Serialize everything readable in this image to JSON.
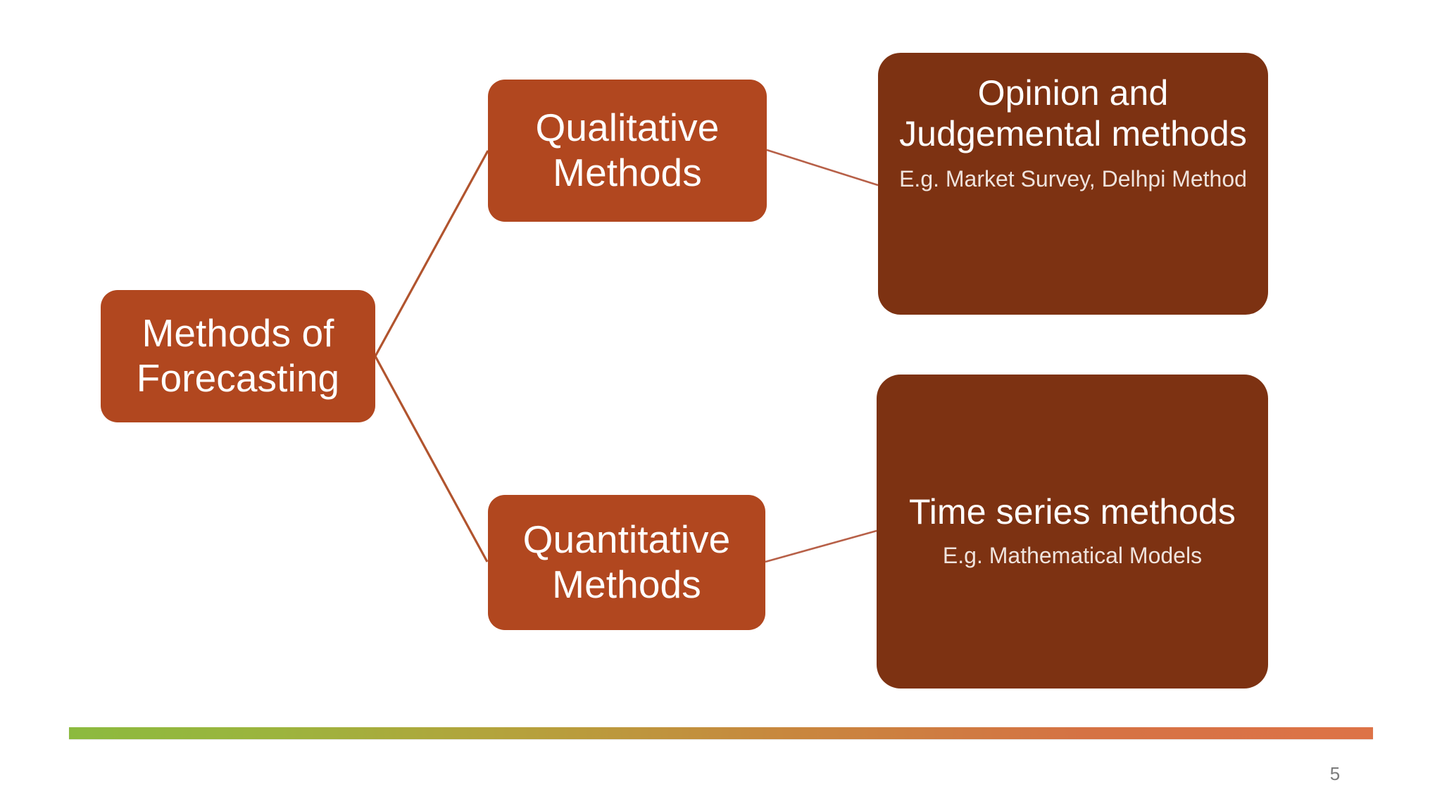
{
  "slide": {
    "page_number": "5",
    "background_color": "#FFFFFF"
  },
  "colors": {
    "primary_box": "#B1471F",
    "detail_box": "#7D3212",
    "connector_line": "#B1542E",
    "title_text": "#FFFFFF",
    "subtitle_text": "#EFE3DD",
    "accent_bar_start": "#8CBA3F",
    "accent_bar_end": "#DD7347",
    "page_number_text": "#7C7C7C"
  },
  "diagram": {
    "type": "tree",
    "root": {
      "id": "root",
      "label": "Methods of Forecasting"
    },
    "branches": [
      {
        "id": "qualitative",
        "label": "Qualitative Methods",
        "detail": {
          "id": "opinion",
          "title": "Opinion and Judgemental methods",
          "subtitle": "E.g. Market Survey, Delhpi Method"
        }
      },
      {
        "id": "quantitative",
        "label": "Quantitative Methods",
        "detail": {
          "id": "timeseries",
          "title": "Time series methods",
          "subtitle": "E.g. Mathematical Models"
        }
      }
    ],
    "connectors": [
      {
        "from": "root",
        "to": "qualitative"
      },
      {
        "from": "root",
        "to": "quantitative"
      },
      {
        "from": "qualitative",
        "to": "opinion"
      },
      {
        "from": "quantitative",
        "to": "timeseries"
      }
    ]
  },
  "accent_bar": {
    "label": "gradient-divider"
  }
}
